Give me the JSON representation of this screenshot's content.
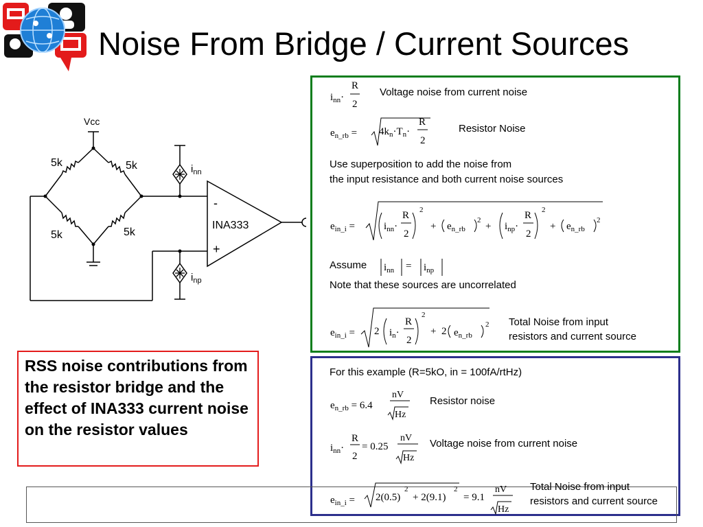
{
  "title": "Noise From Bridge / Current Sources",
  "callout": "RSS noise contributions from the resistor bridge and the effect of INA333 current noise on the resistor values",
  "circuit": {
    "vcc": "Vcc",
    "r_top_left": "5k",
    "r_top_right": "5k",
    "r_bottom_left": "5k",
    "r_bottom_right": "5k",
    "amp_name": "INA333",
    "amp_minus": "-",
    "amp_plus": "+",
    "inn_main": "i",
    "inn_sub": "nn",
    "inp_main": "i",
    "inp_sub": "np"
  },
  "green_panel": {
    "desc_voltage_noise": "Voltage noise from current noise",
    "desc_resistor_noise": "Resistor Noise",
    "superposition_line1": "Use superposition to add the noise from",
    "superposition_line2": "the input resistance and both current noise sources",
    "assume": "Assume",
    "uncorrelated": "Note that these sources are uncorrelated",
    "total_line1": "Total Noise from input",
    "total_line2": "resistors and current source"
  },
  "blue_panel": {
    "example": "For this example (R=5kO, in = 100fA/rtHz)",
    "desc_resistor_noise": "Resistor noise",
    "desc_voltage_noise": "Voltage noise from current noise",
    "total_line1": "Total Noise from input",
    "total_line2": "resistors and current source",
    "erb_value": "6.4",
    "inn_value": "0.25",
    "total_value": "9.1",
    "unit_nv": "nV",
    "unit_hz": "Hz",
    "a_val": "(0.5)",
    "b_val": "(9.1)"
  },
  "colors": {
    "green": "#0a7d1c",
    "blue": "#2c2f8c",
    "red": "#e31b1b"
  },
  "icons": [
    "presentation-logo-icon",
    "globe-icon"
  ]
}
